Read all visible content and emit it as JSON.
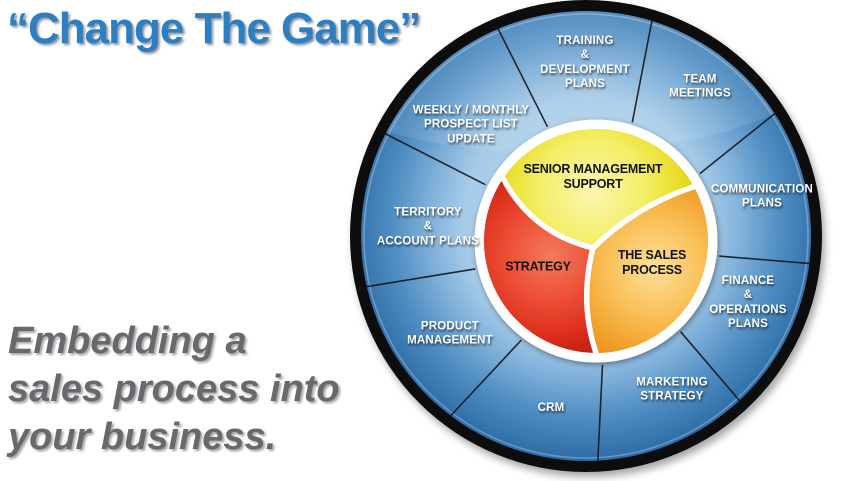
{
  "page": {
    "title": "“Change The Game”",
    "tagline_lines": [
      "Embedding a",
      "sales process into",
      "your business."
    ]
  },
  "wheel": {
    "outer_segments": [
      {
        "label": "TRAINING\n&\nDEVELOPMENT\nPLANS"
      },
      {
        "label": "TEAM\nMEETINGS"
      },
      {
        "label": "COMMUNICATION\nPLANS"
      },
      {
        "label": "FINANCE\n&\nOPERATIONS PLANS"
      },
      {
        "label": "MARKETING\nSTRATEGY"
      },
      {
        "label": "CRM"
      },
      {
        "label": "PRODUCT\nMANAGEMENT"
      },
      {
        "label": "TERRITORY\n&\nACCOUNT PLANS"
      },
      {
        "label": "WEEKLY / MONTHLY\nPROSPECT LIST\nUPDATE"
      }
    ],
    "inner_segments": [
      {
        "label": "SENIOR MANAGEMENT\nSUPPORT",
        "color": "#efe73a"
      },
      {
        "label": "STRATEGY",
        "color": "#e13a24"
      },
      {
        "label": "THE SALES\nPROCESS",
        "color": "#f6b04a"
      }
    ],
    "colors": {
      "ring_blue": "#4a8cc2",
      "ring_border": "#0e0e0e",
      "divider_white": "#ffffff",
      "segment_text": "#ffffff",
      "inner_text": "#131313"
    }
  },
  "colors": {
    "title_blue": "#2b7fc2",
    "tagline_gray": "#69696d",
    "background": "#ffffff"
  }
}
